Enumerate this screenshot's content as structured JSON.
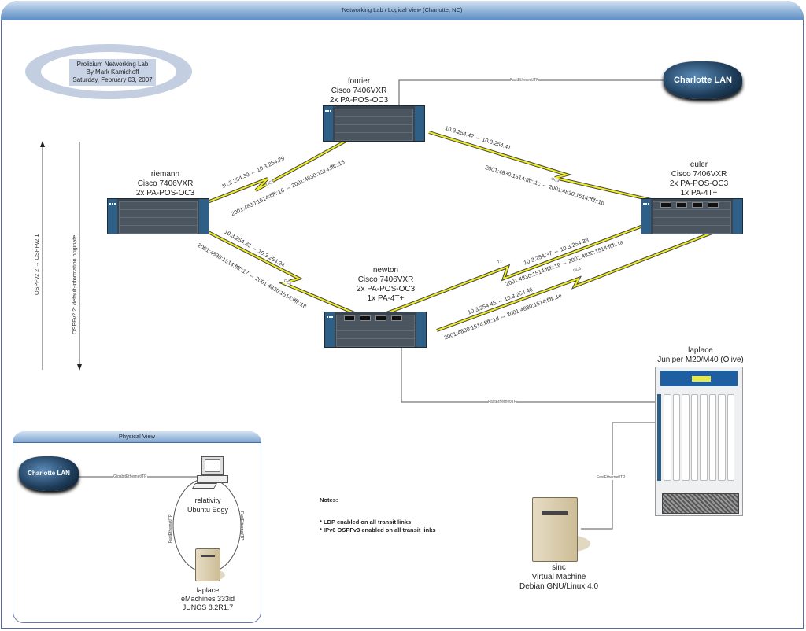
{
  "window": {
    "title": "Networking Lab / Logical View (Charlotte, NC)"
  },
  "credit": {
    "line1": "Prolixium Networking Lab",
    "line2": "By Mark Kamichoff",
    "line3": "Saturday, February 03, 2007"
  },
  "ospf_arrows": {
    "up_label": "OSPFv2 2 → OSPFv2 1",
    "down_label": "OSPFv2 2: default-information originate"
  },
  "routers": [
    {
      "id": "fourier",
      "name": "fourier",
      "model": "Cisco 7406VXR",
      "cards": [
        "2x PA-POS-OC3"
      ]
    },
    {
      "id": "riemann",
      "name": "riemann",
      "model": "Cisco 7406VXR",
      "cards": [
        "2x PA-POS-OC3"
      ]
    },
    {
      "id": "euler",
      "name": "euler",
      "model": "Cisco 7406VXR",
      "cards": [
        "2x PA-POS-OC3",
        "1x PA-4T+"
      ]
    },
    {
      "id": "newton",
      "name": "newton",
      "model": "Cisco 7406VXR",
      "cards": [
        "2x PA-POS-OC3",
        "1x PA-4T+"
      ]
    }
  ],
  "laplace_logical": {
    "name": "laplace",
    "model": "Juniper M20/M40 (Olive)"
  },
  "sinc": {
    "name": "sinc",
    "line2": "Virtual Machine",
    "line3": "Debian GNU/Linux 4.0"
  },
  "clouds": {
    "logical": "Charlotte LAN",
    "physical": "Charlotte LAN"
  },
  "links": [
    {
      "id": "riemann-fourier",
      "type": "OC3",
      "ipv4": "10.3.254.30 ⇔ 10.3.254.29",
      "ipv6": "2001:4830:1514:ffff::16 ⇔ 2001:4830:1514:ffff::15"
    },
    {
      "id": "fourier-euler",
      "type": "OC3",
      "ipv4": "10.3.254.42 ⇔ 10.3.254.41",
      "ipv6": "2001:4830:1514:ffff::1c ⇔ 2001:4830:1514:ffff::1b"
    },
    {
      "id": "riemann-newton",
      "type": "OC3",
      "ipv4": "10.3.254.33 ⇔ 10.3.254.24",
      "ipv6": "2001:4830:1514:ffff::17 ⇔ 2001:4830:1514:ffff::18"
    },
    {
      "id": "newton-euler-t1",
      "type": "T1",
      "ipv4": "10.3.254.37 ⇔ 10.3.254.38",
      "ipv6": "2001:4830:1514:ffff::19 ⇔ 2001:4830:1514:ffff::1a"
    },
    {
      "id": "newton-euler-oc3",
      "type": "OC3",
      "ipv4": "10.3.254.45 ⇔ 10.3.254.46",
      "ipv6": "2001:4830:1514:ffff::1d ⇔ 2001:4830:1514:ffff::1e"
    }
  ],
  "ethernet_links": {
    "fourier_lan": "FastEthernet/TP",
    "newton_laplace": "FastEthernet/TP",
    "sinc_laplace": "FastEthernet/TP"
  },
  "notes": {
    "title": "Notes:",
    "items": [
      "* LDP enabled on all transit links",
      "* IPv6 OSPFv3 enabled on all transit links"
    ]
  },
  "physical_view": {
    "title": "Physical View",
    "lan_link": "GigabitEthernet/TP",
    "left_link": "FastEthernet/TP",
    "right_link": "FastEthernet/TP",
    "relativity": {
      "name": "relativity",
      "os": "Ubuntu Edgy"
    },
    "laplace": {
      "name": "laplace",
      "model": "eMachines 333id",
      "os": "JUNOS 8.2R1.7"
    }
  },
  "colors": {
    "accent": "#5f8fc4",
    "serial": "#f0ee20",
    "bezel": "#2e5f86"
  }
}
